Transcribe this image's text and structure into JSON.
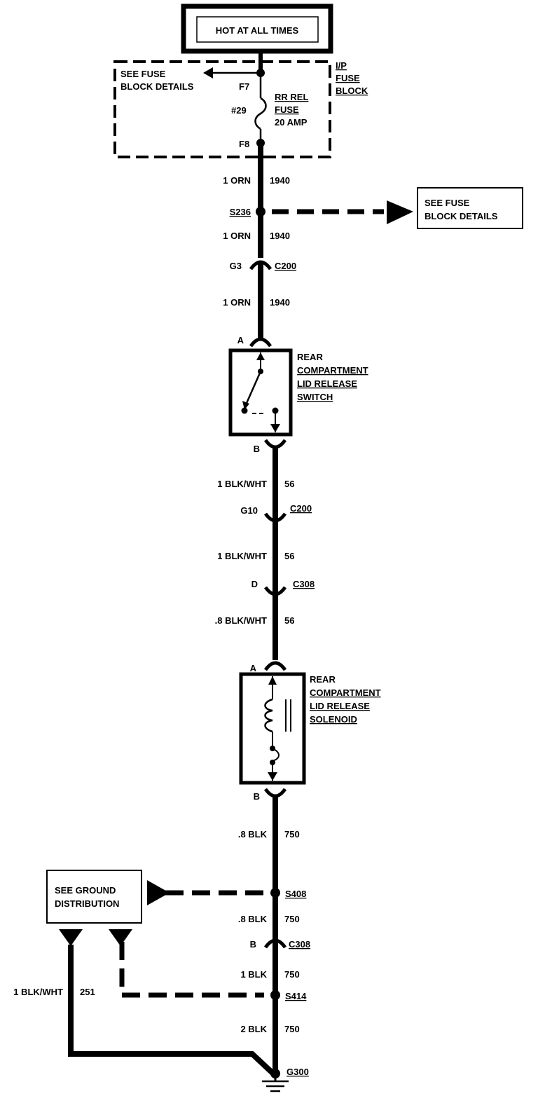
{
  "header": {
    "title": "HOT AT ALL TIMES"
  },
  "fuse_block": {
    "see_details": [
      "SEE FUSE",
      "BLOCK DETAILS"
    ],
    "name": [
      "I/P",
      "FUSE",
      "BLOCK"
    ],
    "terminal_top": "F7",
    "terminal_bottom": "F8",
    "fuse_number": "#29",
    "fuse_label": [
      "RR REL",
      "FUSE",
      "20 AMP"
    ]
  },
  "wires": {
    "w1": {
      "gauge": "1 ORN",
      "circuit": "1940"
    },
    "w2": {
      "gauge": "1 ORN",
      "circuit": "1940"
    },
    "w3": {
      "gauge": "1 ORN",
      "circuit": "1940"
    },
    "w4": {
      "gauge": "1 BLK/WHT",
      "circuit": "56"
    },
    "w5": {
      "gauge": "1 BLK/WHT",
      "circuit": "56"
    },
    "w6": {
      "gauge": ".8 BLK/WHT",
      "circuit": "56"
    },
    "w7": {
      "gauge": ".8 BLK",
      "circuit": "750"
    },
    "w8": {
      "gauge": ".8 BLK",
      "circuit": "750"
    },
    "w9": {
      "gauge": "1 BLK",
      "circuit": "750"
    },
    "w10": {
      "gauge": "2 BLK",
      "circuit": "750"
    },
    "ground_wire": {
      "gauge": "1 BLK/WHT",
      "circuit": "251"
    }
  },
  "splices": {
    "s236": "S236",
    "s408": "S408",
    "s414": "S414"
  },
  "connectors": {
    "c1": {
      "pin": "G3",
      "name": "C200"
    },
    "c2": {
      "pin": "G10",
      "name": "C200"
    },
    "c3": {
      "pin": "D",
      "name": "C308"
    },
    "c4": {
      "pin": "B",
      "name": "C308"
    }
  },
  "switch": {
    "pin_top": "A",
    "pin_bottom": "B",
    "label": [
      "REAR",
      "COMPARTMENT",
      "LID RELEASE",
      "SWITCH"
    ]
  },
  "solenoid": {
    "pin_top": "A",
    "pin_bottom": "B",
    "label": [
      "REAR",
      "COMPARTMENT",
      "LID RELEASE",
      "SOLENOID"
    ]
  },
  "refs": {
    "fuse_details": [
      "SEE FUSE",
      "BLOCK DETAILS"
    ],
    "ground_distribution": [
      "SEE GROUND",
      "DISTRIBUTION"
    ]
  },
  "ground": {
    "name": "G300"
  }
}
